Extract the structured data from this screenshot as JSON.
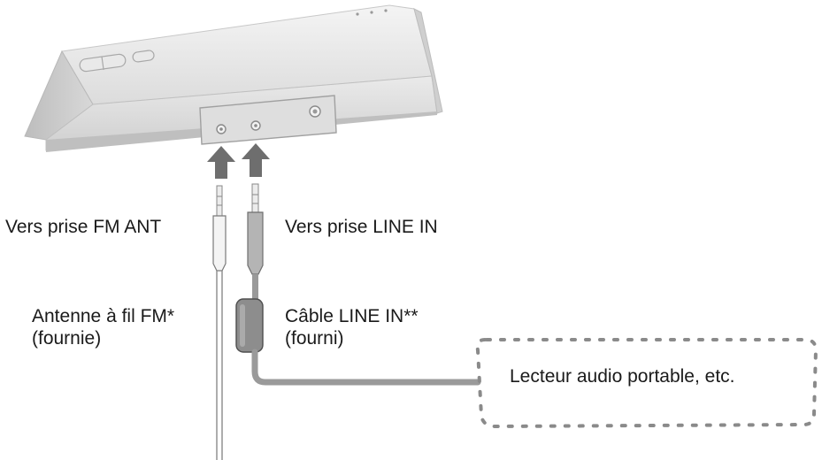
{
  "labels": {
    "fm_ant_jack": "Vers prise FM ANT",
    "line_in_jack": "Vers prise LINE IN",
    "fm_antenna_line1": "Antenne à fil FM*",
    "fm_antenna_line2": "(fournie)",
    "line_in_cable_line1": "Câble LINE IN**",
    "line_in_cable_line2": "(fourni)",
    "portable_player": "Lecteur audio portable, etc."
  },
  "colors": {
    "speaker_body": "#e4e4e4",
    "speaker_side": "#d2d2d2",
    "arrow": "#6e6e6e",
    "cable": "#9a9a9a",
    "text": "#1a1a1a"
  }
}
